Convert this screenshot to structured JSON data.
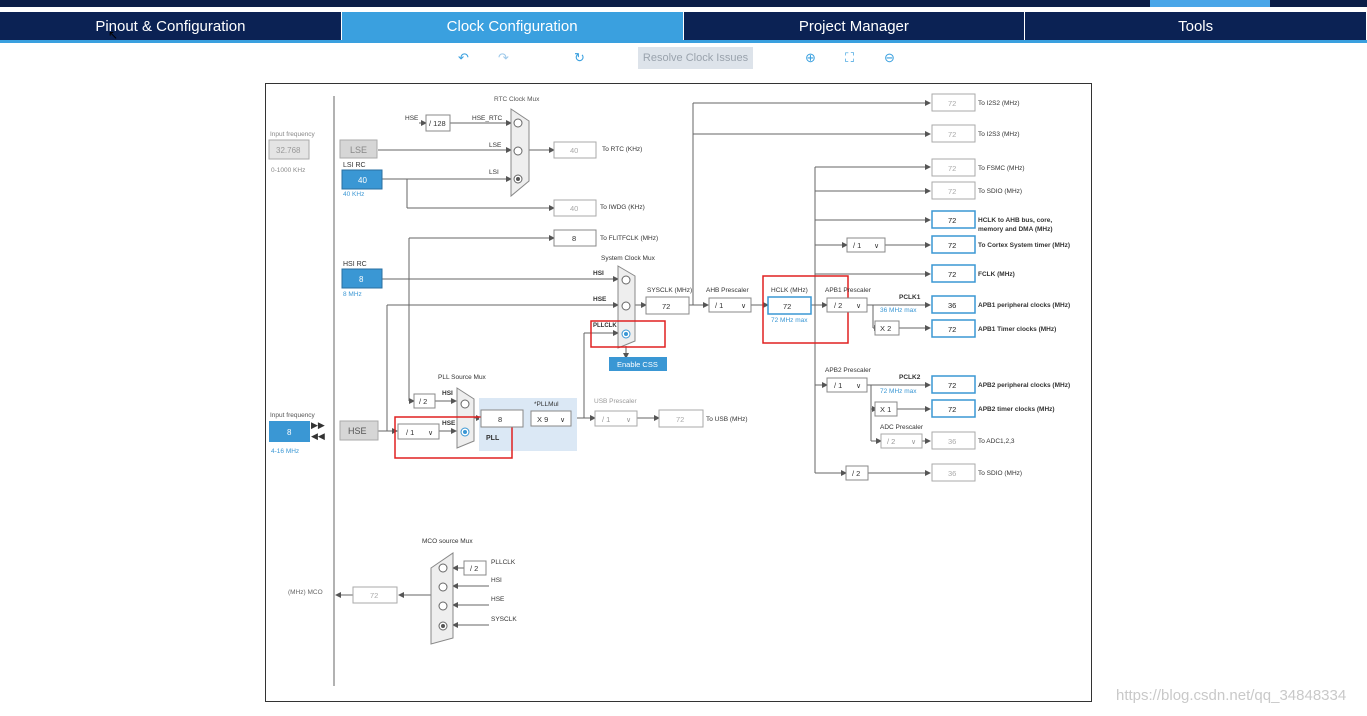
{
  "tabs": [
    {
      "label": "Pinout & Configuration"
    },
    {
      "label": "Clock Configuration"
    },
    {
      "label": "Project Manager"
    },
    {
      "label": "Tools"
    }
  ],
  "toolbar": {
    "resolve_label": "Resolve Clock Issues"
  },
  "diagram": {
    "input_freq_label": "Input frequency",
    "lse_freq": "32.768",
    "lse_range": "0-1000 KHz",
    "lse_label": "LSE",
    "lsirc_label": "LSI RC",
    "lsi_value": "40",
    "lsi_note": "40 KHz",
    "rtc_mux_label": "RTC Clock Mux",
    "hse_label": "HSE",
    "div128": "/ 128",
    "hse_rtc": "HSE_RTC",
    "lse_small": "LSE",
    "lsi_small": "LSI",
    "rtc_value": "40",
    "rtc_label": "To RTC (KHz)",
    "iwdg_value": "40",
    "iwdg_label": "To IWDG (KHz)",
    "flit_value": "8",
    "flit_label": "To FLITFCLK (MHz)",
    "hsirc_label": "HSI RC",
    "hsi_value": "8",
    "hsi_note": "8 MHz",
    "sysmux_label": "System Clock Mux",
    "hsi_small": "HSI",
    "hse_small": "HSE",
    "pllclk_small": "PLLCLK",
    "enable_css": "Enable CSS",
    "sysclk_label": "SYSCLK (MHz)",
    "sysclk_value": "72",
    "ahb_label": "AHB Prescaler",
    "ahb_value": "/ 1",
    "hclk_label": "HCLK (MHz)",
    "hclk_value": "72",
    "hclk_max": "72 MHz max",
    "apb1_label": "APB1 Prescaler",
    "apb1_value": "/ 2",
    "pclk1": "PCLK1",
    "pclk1_max": "36 MHz max",
    "x2": "X 2",
    "apb2_label": "APB2 Prescaler",
    "apb2_value": "/ 1",
    "pclk2": "PCLK2",
    "pclk2_max": "72 MHz max",
    "x1": "X 1",
    "adc_label": "ADC Prescaler",
    "adc_value": "/ 2",
    "sdio_div": "/ 2",
    "cortex_div": "/ 1",
    "pll_src_label": "PLL Source Mux",
    "div2": "/ 2",
    "hse_div": "/ 1",
    "pll_in": "8",
    "pllmul_label": "*PLLMul",
    "pllmul_value": "X 9",
    "pll_label": "PLL",
    "usb_label": "USB Prescaler",
    "usb_div": "/ 1",
    "usb_value": "72",
    "usb_out": "To USB (MHz)",
    "hse_input_label": "Input frequency",
    "hse_freq": "8",
    "hse_range": "4-16 MHz",
    "hse_box": "HSE",
    "mco_label": "MCO source Mux",
    "mco_pllclk": "PLLCLK",
    "mco_div": "/ 2",
    "mco_hsi": "HSI",
    "mco_hse": "HSE",
    "mco_sysclk": "SYSCLK",
    "mco_value": "72",
    "mco_out": "(MHz) MCO",
    "outputs": [
      {
        "value": "72",
        "label": "To I2S2 (MHz)"
      },
      {
        "value": "72",
        "label": "To I2S3 (MHz)"
      },
      {
        "value": "72",
        "label": "To FSMC (MHz)"
      },
      {
        "value": "72",
        "label": "To SDIO (MHz)"
      },
      {
        "value": "72",
        "label": "HCLK to AHB bus, core,"
      },
      {
        "value": "72",
        "label": "To Cortex System timer (MHz)"
      },
      {
        "value": "72",
        "label": "FCLK (MHz)"
      },
      {
        "value": "36",
        "label": "APB1 peripheral clocks (MHz)"
      },
      {
        "value": "72",
        "label": "APB1 Timer clocks (MHz)"
      },
      {
        "value": "72",
        "label": "APB2 peripheral clocks (MHz)"
      },
      {
        "value": "72",
        "label": "APB2 timer clocks (MHz)"
      },
      {
        "value": "36",
        "label": "To ADC1,2,3"
      },
      {
        "value": "36",
        "label": "To SDIO (MHz)"
      }
    ],
    "hclk_label2": "memory and DMA (MHz)"
  },
  "watermark": "https://blog.csdn.net/qq_34848334",
  "colors": {
    "accent": "#3aa0df",
    "nav": "#0b2254",
    "highlight": "#e02020"
  }
}
